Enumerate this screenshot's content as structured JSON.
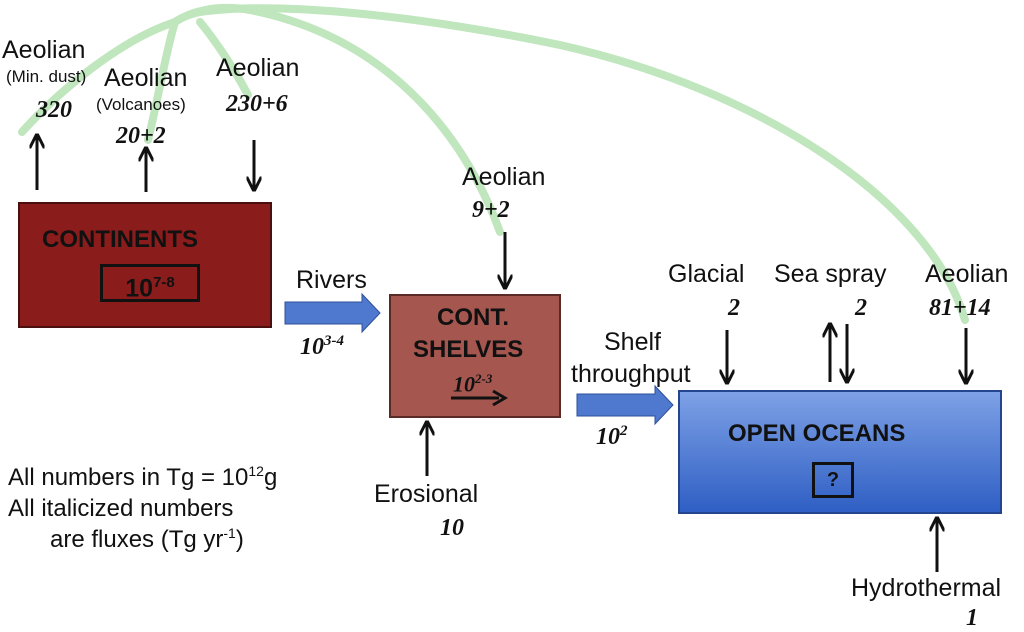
{
  "colors": {
    "aeolian_arc": "#bfe6bd",
    "continents": "#8a1c1c",
    "shelves": "#a5564f",
    "oceans_top": "#7ea1e6",
    "oceans_bottom": "#2f5fc4",
    "flow_arrow": "#4f78cf",
    "black_arrow": "#111111"
  },
  "boxes": {
    "continents": {
      "title": "CONTINENTS",
      "inventory_base": "10",
      "inventory_exp": "7-8"
    },
    "shelves": {
      "title_line1": "CONT.",
      "title_line2": "SHELVES",
      "inventory_base": "10",
      "inventory_exp": "2-3"
    },
    "oceans": {
      "title": "OPEN OCEANS",
      "inventory": "?"
    }
  },
  "fluxes": {
    "aeolian_min_dust": {
      "label": "Aeolian",
      "sublabel": "(Min. dust)",
      "value": "320"
    },
    "aeolian_volcanoes": {
      "label": "Aeolian",
      "sublabel": "(Volcanoes)",
      "value": "20+2"
    },
    "aeolian_deposit_continents": {
      "label": "Aeolian",
      "value": "230+6"
    },
    "aeolian_shelves": {
      "label": "Aeolian",
      "value": "9+2"
    },
    "aeolian_oceans": {
      "label": "Aeolian",
      "value": "81+14"
    },
    "rivers": {
      "label": "Rivers",
      "value_base": "10",
      "value_exp": "3-4"
    },
    "shelf_throughput": {
      "label_line1": "Shelf",
      "label_line2": "throughput",
      "value_base": "10",
      "value_exp": "2"
    },
    "erosional": {
      "label": "Erosional",
      "value": "10"
    },
    "glacial": {
      "label": "Glacial",
      "value": "2"
    },
    "sea_spray": {
      "label": "Sea spray",
      "value": "2"
    },
    "hydrothermal": {
      "label": "Hydrothermal",
      "value": "1"
    }
  },
  "legend": {
    "line1_prefix": "All numbers in Tg = 10",
    "line1_exp": "12",
    "line1_suffix": "g",
    "line2": "All italicized numbers",
    "line3_prefix": "are fluxes (Tg yr",
    "line3_exp": "-1",
    "line3_suffix": ")"
  }
}
